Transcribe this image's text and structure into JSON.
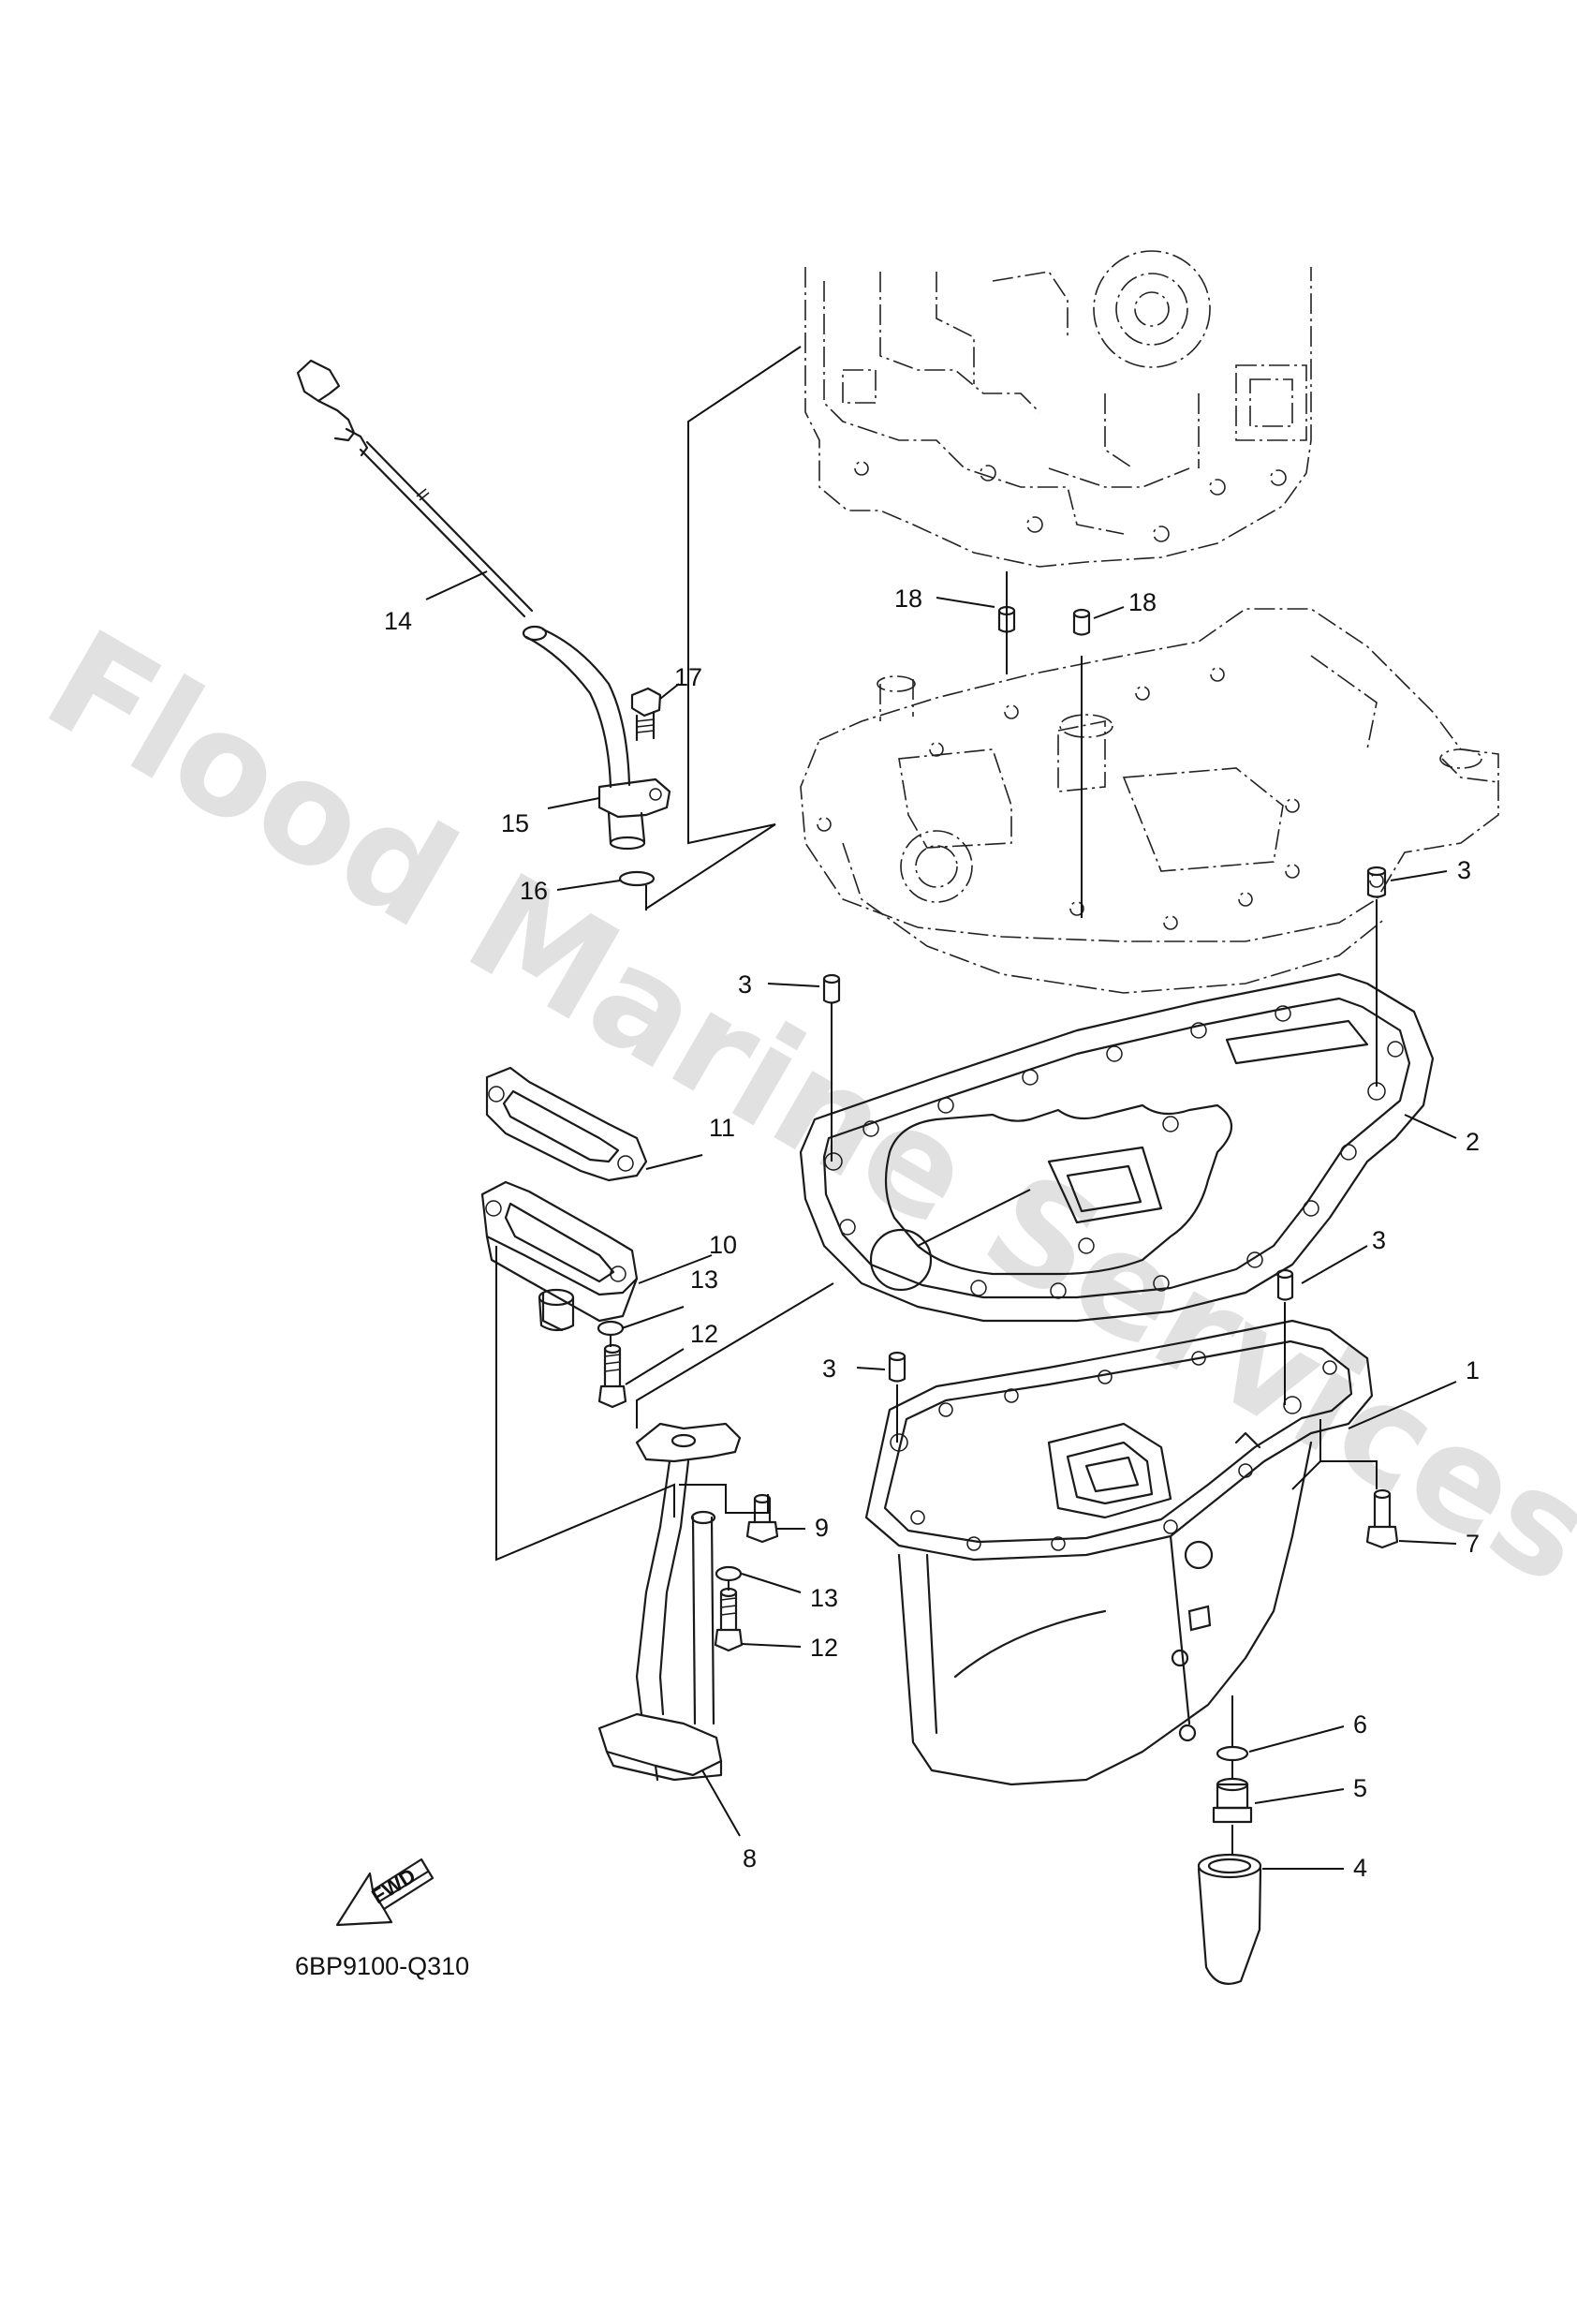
{
  "drawing_code": "6BP9100-Q310",
  "watermark": "Flood Marine Services",
  "fwd_label": "FWD",
  "callouts": [
    {
      "text": "1"
    },
    {
      "text": "2"
    },
    {
      "text": "3"
    },
    {
      "text": "3"
    },
    {
      "text": "3"
    },
    {
      "text": "3"
    },
    {
      "text": "4"
    },
    {
      "text": "5"
    },
    {
      "text": "6"
    },
    {
      "text": "7"
    },
    {
      "text": "8"
    },
    {
      "text": "9"
    },
    {
      "text": "10"
    },
    {
      "text": "11"
    },
    {
      "text": "12"
    },
    {
      "text": "12"
    },
    {
      "text": "13"
    },
    {
      "text": "13"
    },
    {
      "text": "14"
    },
    {
      "text": "15"
    },
    {
      "text": "16"
    },
    {
      "text": "17"
    },
    {
      "text": "18"
    },
    {
      "text": "18"
    }
  ],
  "colors": {
    "line": "#1a1a1a",
    "watermark": "#bdbdbd",
    "background": "#ffffff"
  }
}
